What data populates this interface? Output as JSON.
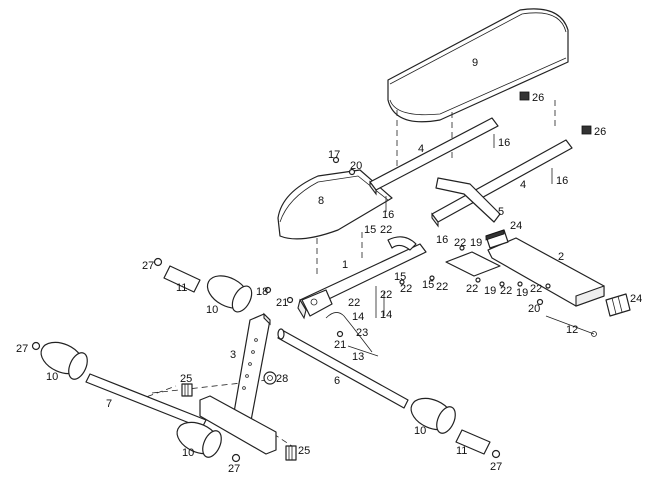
{
  "diagram": {
    "callouts": {
      "c1": "1",
      "c2": "2",
      "c3": "3",
      "c4a": "4",
      "c4b": "4",
      "c5": "5",
      "c6": "6",
      "c7": "7",
      "c8": "8",
      "c9": "9",
      "c10a": "10",
      "c10b": "10",
      "c10c": "10",
      "c10d": "10",
      "c11a": "11",
      "c11b": "11",
      "c12": "12",
      "c13": "13",
      "c14a": "14",
      "c14b": "14",
      "c15a": "15",
      "c15b": "15",
      "c15c": "15",
      "c16a": "16",
      "c16b": "16",
      "c16c": "16",
      "c16d": "16",
      "c17": "17",
      "c18": "18",
      "c19a": "19",
      "c19b": "19",
      "c19c": "19",
      "c20a": "20",
      "c20b": "20",
      "c21a": "21",
      "c21b": "21",
      "c22a": "22",
      "c22b": "22",
      "c22c": "22",
      "c22d": "22",
      "c22e": "22",
      "c22f": "22",
      "c22g": "22",
      "c22h": "22",
      "c22i": "22",
      "c23": "23",
      "c24a": "24",
      "c24b": "24",
      "c25a": "25",
      "c25b": "25",
      "c26a": "26",
      "c26b": "26",
      "c27a": "27",
      "c27b": "27",
      "c27c": "27",
      "c27d": "27",
      "c28": "28"
    }
  }
}
